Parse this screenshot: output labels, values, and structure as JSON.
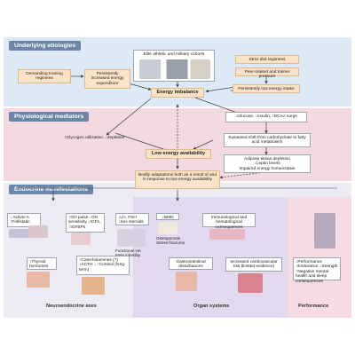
{
  "bands": {
    "etiologies": "Underlying etiologies",
    "mediators": "Physiological mediators",
    "endocrine": "Endocrine manifestations"
  },
  "etiologies": {
    "demanding": "Demanding training regimens",
    "expenditure": "Persistently increased energy expenditure",
    "cohorts": "Elite athletic and military cohorts",
    "diet": "Strict diet regimens",
    "peer": "Peer-related and trainer pressure",
    "low_intake": "Persistently low energy intake",
    "imbalance": "Energy imbalance"
  },
  "mediators": {
    "glucose": "↓Glucose, ↓Insulin, ↑BCAA surge",
    "glycogen": "↑Glycogen utilization→depletion",
    "shift": "Sustained shift from carbohydrate to fatty acid metabolism",
    "low_avail": "Low energy availability",
    "adipose_1": "Adipose tissue depletion",
    "adipose_2": "↓Leptin levels",
    "adipose_3": "Impaired energy homeostasis",
    "bodily": "Bodily adaptations both as a result of and in response to low energy availability"
  },
  "endocrine": {
    "activin": "↓ Activin A ↑Follistatin",
    "gh": "↑GH pulse ↓GH sensitivity ↓IGFs, ↑IGFBPs",
    "lh": "↓LH, FSH ↓Sex steroids",
    "functional": "Functional HA Male infertility",
    "bmd": "↓BMD",
    "osteo": "Osteoporosis Stress fractures",
    "immuno": "Immunological and hematological consequences",
    "thyroid": "↓Thyroid hormones",
    "catechol": "↑Catecholamines (?) ↑ACTH→↑Cortisol (long-term)",
    "gi": "Gastrointestinal disturbances",
    "cardio": "Increased cardiovascular risk (limited evidence)",
    "performance": "↓Performance ↓Endurance ↓Strength ↑Negative mental health and sleep consequences"
  },
  "footer": {
    "axes": "Neuroendocrine axes",
    "organs": "Organ systems",
    "perf": "Performance"
  },
  "colors": {
    "band1_bg": "#dde9f4",
    "band2_bg": "#f3d9e2",
    "band3_bg": "#e9e6f2",
    "title_bg": "#6b86a8",
    "organ_bg": "#e3d9ee",
    "perf_bg": "#f6dbe3",
    "accent": "#c63a52"
  }
}
